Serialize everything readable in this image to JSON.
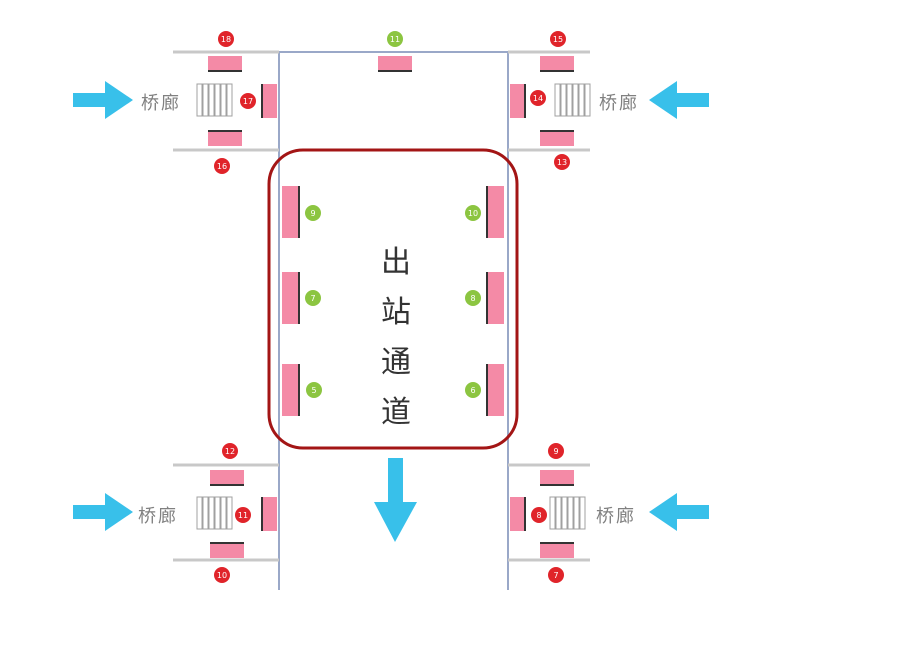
{
  "colors": {
    "corridor_line": "#9aa8c8",
    "gray_line": "#c8c8c8",
    "gate_fill": "#f48aa6",
    "gate_edge": "#333333",
    "exit_frame": "#a31515",
    "arrow": "#38c0ea",
    "badge_red": "#e0242a",
    "badge_green": "#8cc541",
    "turnstile": "#a0a0a0"
  },
  "corridor": {
    "title_chars": [
      "出",
      "站",
      "通",
      "道"
    ]
  },
  "bridges": {
    "top_left_label": "桥廊",
    "top_right_label": "桥廊",
    "bottom_left_label": "桥廊",
    "bottom_right_label": "桥廊"
  },
  "badges": {
    "top_center": "11",
    "top_left_top": "18",
    "top_left_side": "17",
    "top_left_bottom": "16",
    "top_right_top": "15",
    "top_right_side": "14",
    "top_right_bottom": "13",
    "exit_left_1": "9",
    "exit_left_2": "7",
    "exit_left_3": "5",
    "exit_right_1": "10",
    "exit_right_2": "8",
    "exit_right_3": "6",
    "bottom_left_top": "12",
    "bottom_left_side": "11",
    "bottom_left_bottom": "10",
    "bottom_right_top": "9",
    "bottom_right_side": "8",
    "bottom_right_bottom": "7"
  }
}
